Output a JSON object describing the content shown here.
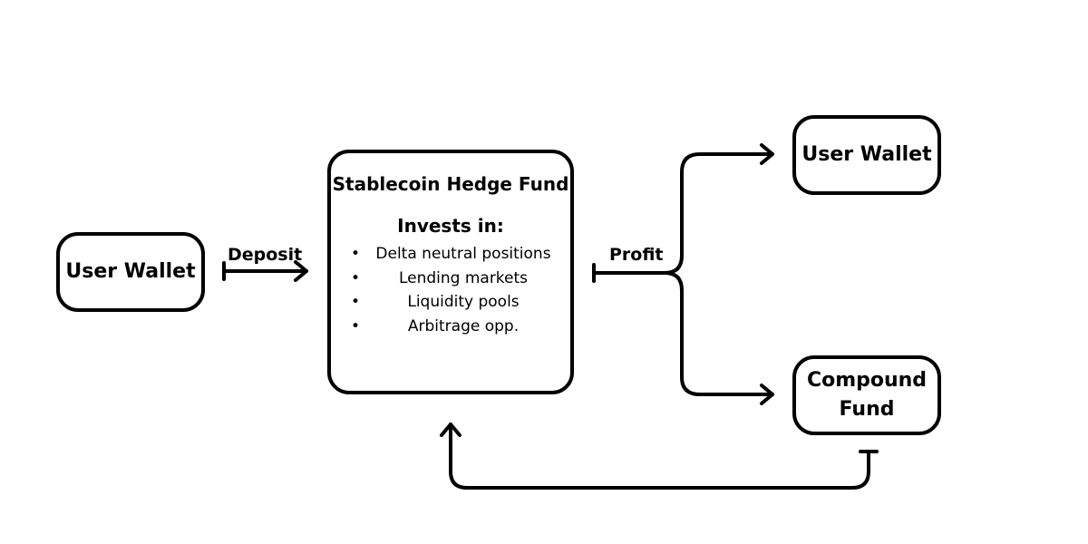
{
  "nodes": {
    "user_wallet_left": "User Wallet",
    "hedge_fund": {
      "title": "Stablecoin Hedge Fund",
      "invests_label": "Invests in:",
      "items": [
        "Delta neutral positions",
        "Lending markets",
        "Liquidity pools",
        "Arbitrage opp."
      ]
    },
    "user_wallet_right": "User Wallet",
    "compound_fund_line1": "Compound",
    "compound_fund_line2": "Fund"
  },
  "edges": {
    "deposit_label": "Deposit",
    "profit_label": "Profit"
  },
  "colors": {
    "stroke": "#000000",
    "background": "#ffffff"
  },
  "bullet_glyph": "•"
}
